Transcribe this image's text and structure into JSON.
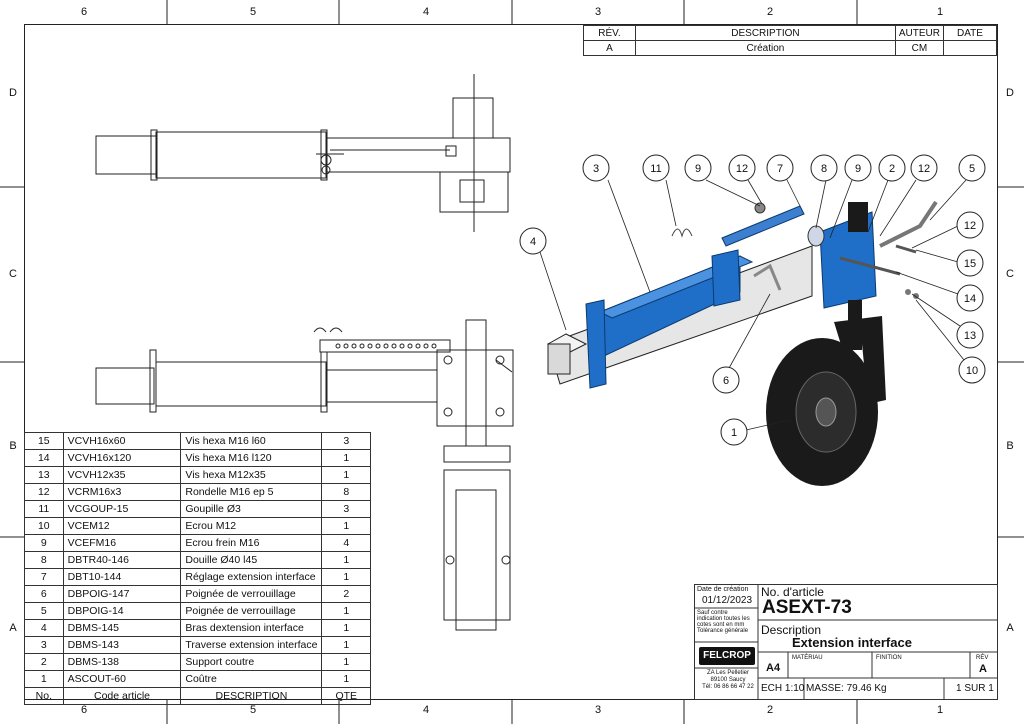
{
  "zones": {
    "columns": [
      "6",
      "5",
      "4",
      "3",
      "2",
      "1"
    ],
    "rows": [
      "D",
      "C",
      "B",
      "A"
    ]
  },
  "revision_table": {
    "headers": [
      "RÉV.",
      "DESCRIPTION",
      "AUTEUR",
      "DATE"
    ],
    "rows": [
      [
        "A",
        "Création",
        "CM",
        ""
      ]
    ]
  },
  "balloons": [
    "1",
    "2",
    "3",
    "4",
    "5",
    "6",
    "7",
    "8",
    "9",
    "9",
    "10",
    "11",
    "12",
    "12",
    "12",
    "13",
    "14",
    "15"
  ],
  "bom": {
    "headers": [
      "No.",
      "Code article",
      "DESCRIPTION",
      "QTE"
    ],
    "rows": [
      [
        "15",
        "VCVH16x60",
        "Vis hexa M16 l60",
        "3"
      ],
      [
        "14",
        "VCVH16x120",
        "Vis hexa M16 l120",
        "1"
      ],
      [
        "13",
        "VCVH12x35",
        "Vis hexa M12x35",
        "1"
      ],
      [
        "12",
        "VCRM16x3",
        "Rondelle M16 ep 5",
        "8"
      ],
      [
        "11",
        "VCGOUP-15",
        "Goupille Ø3",
        "3"
      ],
      [
        "10",
        "VCEM12",
        "Ecrou M12",
        "1"
      ],
      [
        "9",
        "VCEFM16",
        "Ecrou frein M16",
        "4"
      ],
      [
        "8",
        "DBTR40-146",
        "Douille Ø40 l45",
        "1"
      ],
      [
        "7",
        "DBT10-144",
        "Réglage extension interface",
        "1"
      ],
      [
        "6",
        "DBPOIG-147",
        "Poignée de verrouillage",
        "2"
      ],
      [
        "5",
        "DBPOIG-14",
        "Poignée de verrouillage",
        "1"
      ],
      [
        "4",
        "DBMS-145",
        "Bras dextension interface",
        "1"
      ],
      [
        "3",
        "DBMS-143",
        "Traverse extension interface",
        "1"
      ],
      [
        "2",
        "DBMS-138",
        "Support coutre",
        "1"
      ],
      [
        "1",
        "ASCOUT-60",
        "Coûtre",
        "1"
      ]
    ]
  },
  "title_block": {
    "date_label": "Date de création",
    "date_value": "01/12/2023",
    "note_lines": [
      "Sauf contre",
      "indication toutes les",
      "cotes sont en mm",
      "Tolérance générale"
    ],
    "article_label": "No. d'article",
    "article_value": "ASEXT-73",
    "description_label": "Description",
    "description_value": "Extension interface",
    "logo_text": "FELCROP",
    "address_lines": [
      "ZA Les Pelletier",
      "89100 Saucy",
      "Tél: 06 86 66 47 22"
    ],
    "format": "A4",
    "materiau_label": "MATÉRIAU",
    "finition_label": "FINITION",
    "rev_label": "RÉV",
    "rev_value": "A",
    "scale": "ECH 1:10",
    "mass": "MASSE: 79.46 Kg",
    "sheet": "1 SUR 1"
  },
  "colors": {
    "part_blue": "#1f6fc9",
    "part_dark": "#1a1a1a",
    "line": "#222222"
  }
}
